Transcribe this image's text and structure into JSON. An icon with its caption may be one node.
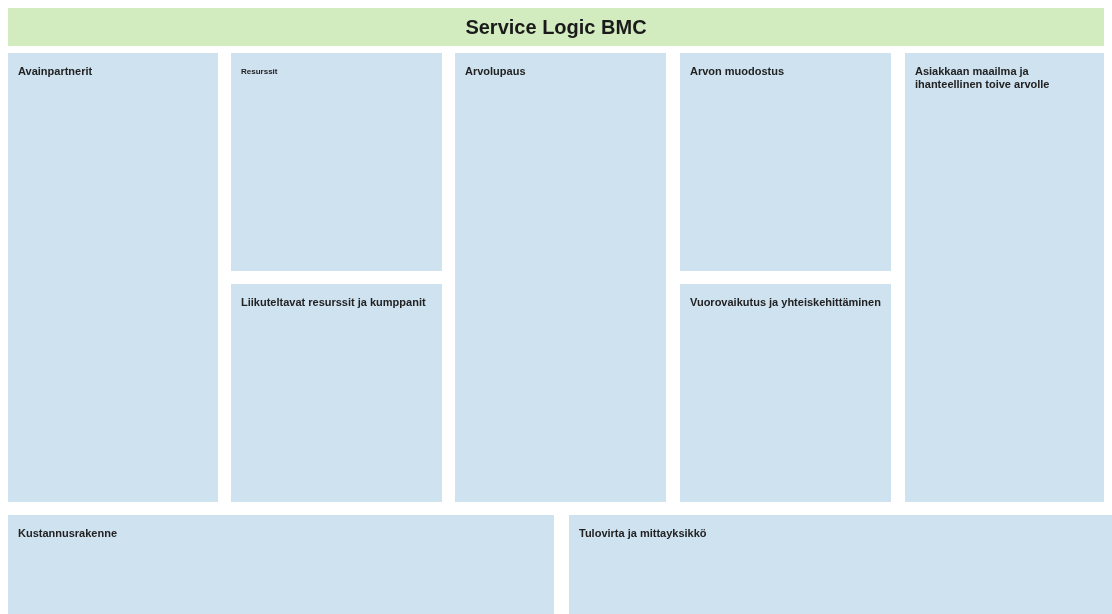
{
  "diagram": {
    "title": "Service Logic BMC",
    "nodes": [
      {
        "text": [
          "Avainpartnerit"
        ]
      },
      {
        "text": [
          "Resurssit"
        ]
      },
      {
        "text": [
          "Liikuteltavat resurssit ja kumppanit"
        ]
      },
      {
        "text": [
          "Arvolupaus"
        ]
      },
      {
        "text": [
          "Arvon muodostus"
        ]
      },
      {
        "text": [
          "Vuorovaikutus ja yhteiskehittäminen"
        ]
      },
      {
        "text": [
          "Asiakkaan maailma ja ihanteellinen toive arvolle"
        ]
      },
      {
        "text": [
          "Kustannusrakenne"
        ]
      },
      {
        "text": [
          "Tulovirta ja mittayksikkö"
        ]
      }
    ]
  }
}
